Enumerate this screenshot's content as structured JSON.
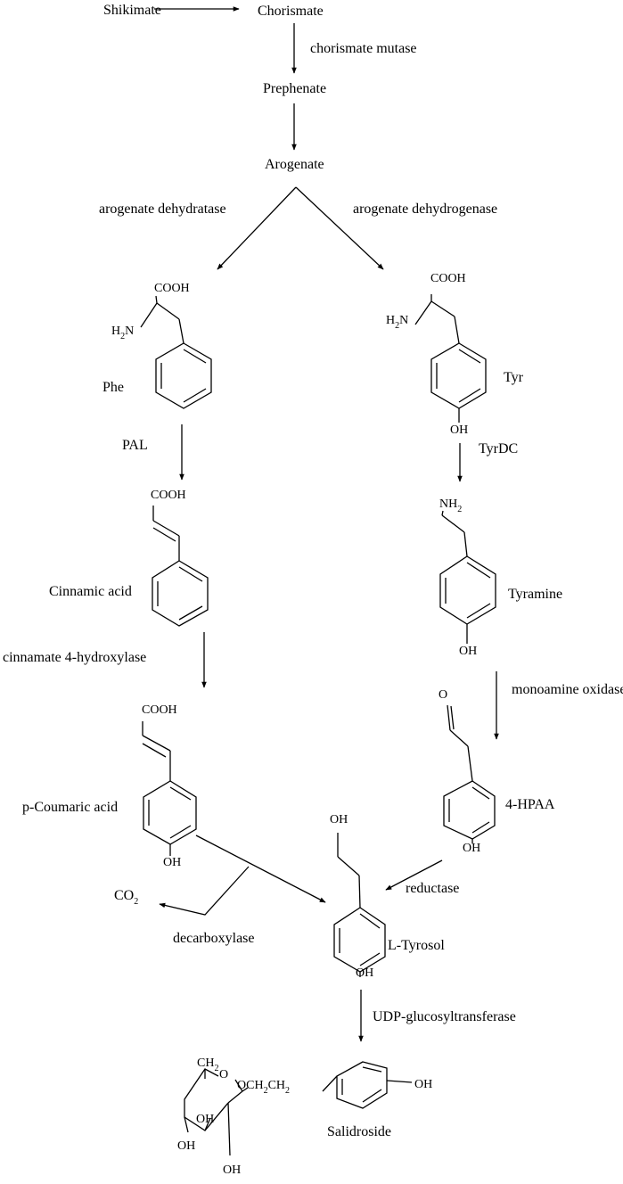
{
  "pathway": {
    "metabolites": {
      "shikimate": "Shikimate",
      "chorismate": "Chorismate",
      "prephenate": "Prephenate",
      "arogenate": "Arogenate",
      "phe": "Phe",
      "tyr": "Tyr",
      "cinnamic_acid": "Cinnamic acid",
      "tyramine": "Tyramine",
      "p_coumaric_acid": "p-Coumaric acid",
      "hpaa": "4-HPAA",
      "l_tyrosol": "L-Tyrosol",
      "salidroside": "Salidroside",
      "co2": "CO",
      "co2_sub": "2"
    },
    "enzymes": {
      "chorismate_mutase": "chorismate mutase",
      "arogenate_dehydratase": "arogenate dehydratase",
      "arogenate_dehydrogenase": "arogenate dehydrogenase",
      "pal": "PAL",
      "tyrdc": "TyrDC",
      "cinnamate_4_hydroxylase": "cinnamate 4-hydroxylase",
      "monoamine_oxidase": "monoamine oxidase",
      "decarboxylase": "decarboxylase",
      "reductase": "reductase",
      "udp_glucosyltransferase": "UDP-glucosyltransferase"
    },
    "atoms": {
      "cooh": "COOH",
      "oh": "OH",
      "o": "O",
      "h": "H",
      "n": "N",
      "nh": "NH",
      "sub2": "2",
      "c": "C",
      "och": "OCH",
      "ch2": "CH",
      "ch": "CH"
    }
  }
}
